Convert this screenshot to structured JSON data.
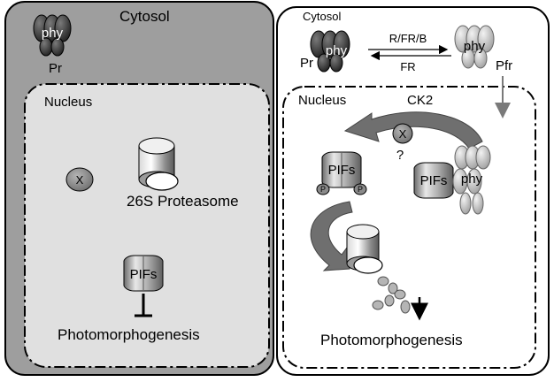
{
  "left_panel": {
    "cytosol_label": "Cytosol",
    "phy_label": "phy",
    "pr_label": "Pr",
    "nucleus_label": "Nucleus",
    "x_label": "X",
    "proteasome_label": "26S Proteasome",
    "pifs_label": "PIFs",
    "outcome_label": "Photomorphogenesis"
  },
  "right_panel": {
    "cytosol_label": "Cytosol",
    "phy_pr_label": "phy",
    "pr_label": "Pr",
    "forward_light_label": "R/FR/B",
    "reverse_light_label": "FR",
    "phy_pfr_label": "phy",
    "pfr_label": "Pfr",
    "nucleus_label": "Nucleus",
    "ck2_label": "CK2",
    "x_label": "X",
    "question_label": "?",
    "pifs_p_label": "PIFs",
    "phospho_label": "P",
    "pifs_complex_label": "PIFs",
    "phy_complex_label": "phy",
    "outcome_label": "Photomorphogenesis"
  },
  "colors": {
    "left_cytosol_fill": "#9e9e9e",
    "left_nucleus_fill": "#e0e0e0",
    "dark_phy": "#2e2e2e",
    "light_phy": "#c9c9c9",
    "arrow_gray": "#7a7a7a"
  }
}
